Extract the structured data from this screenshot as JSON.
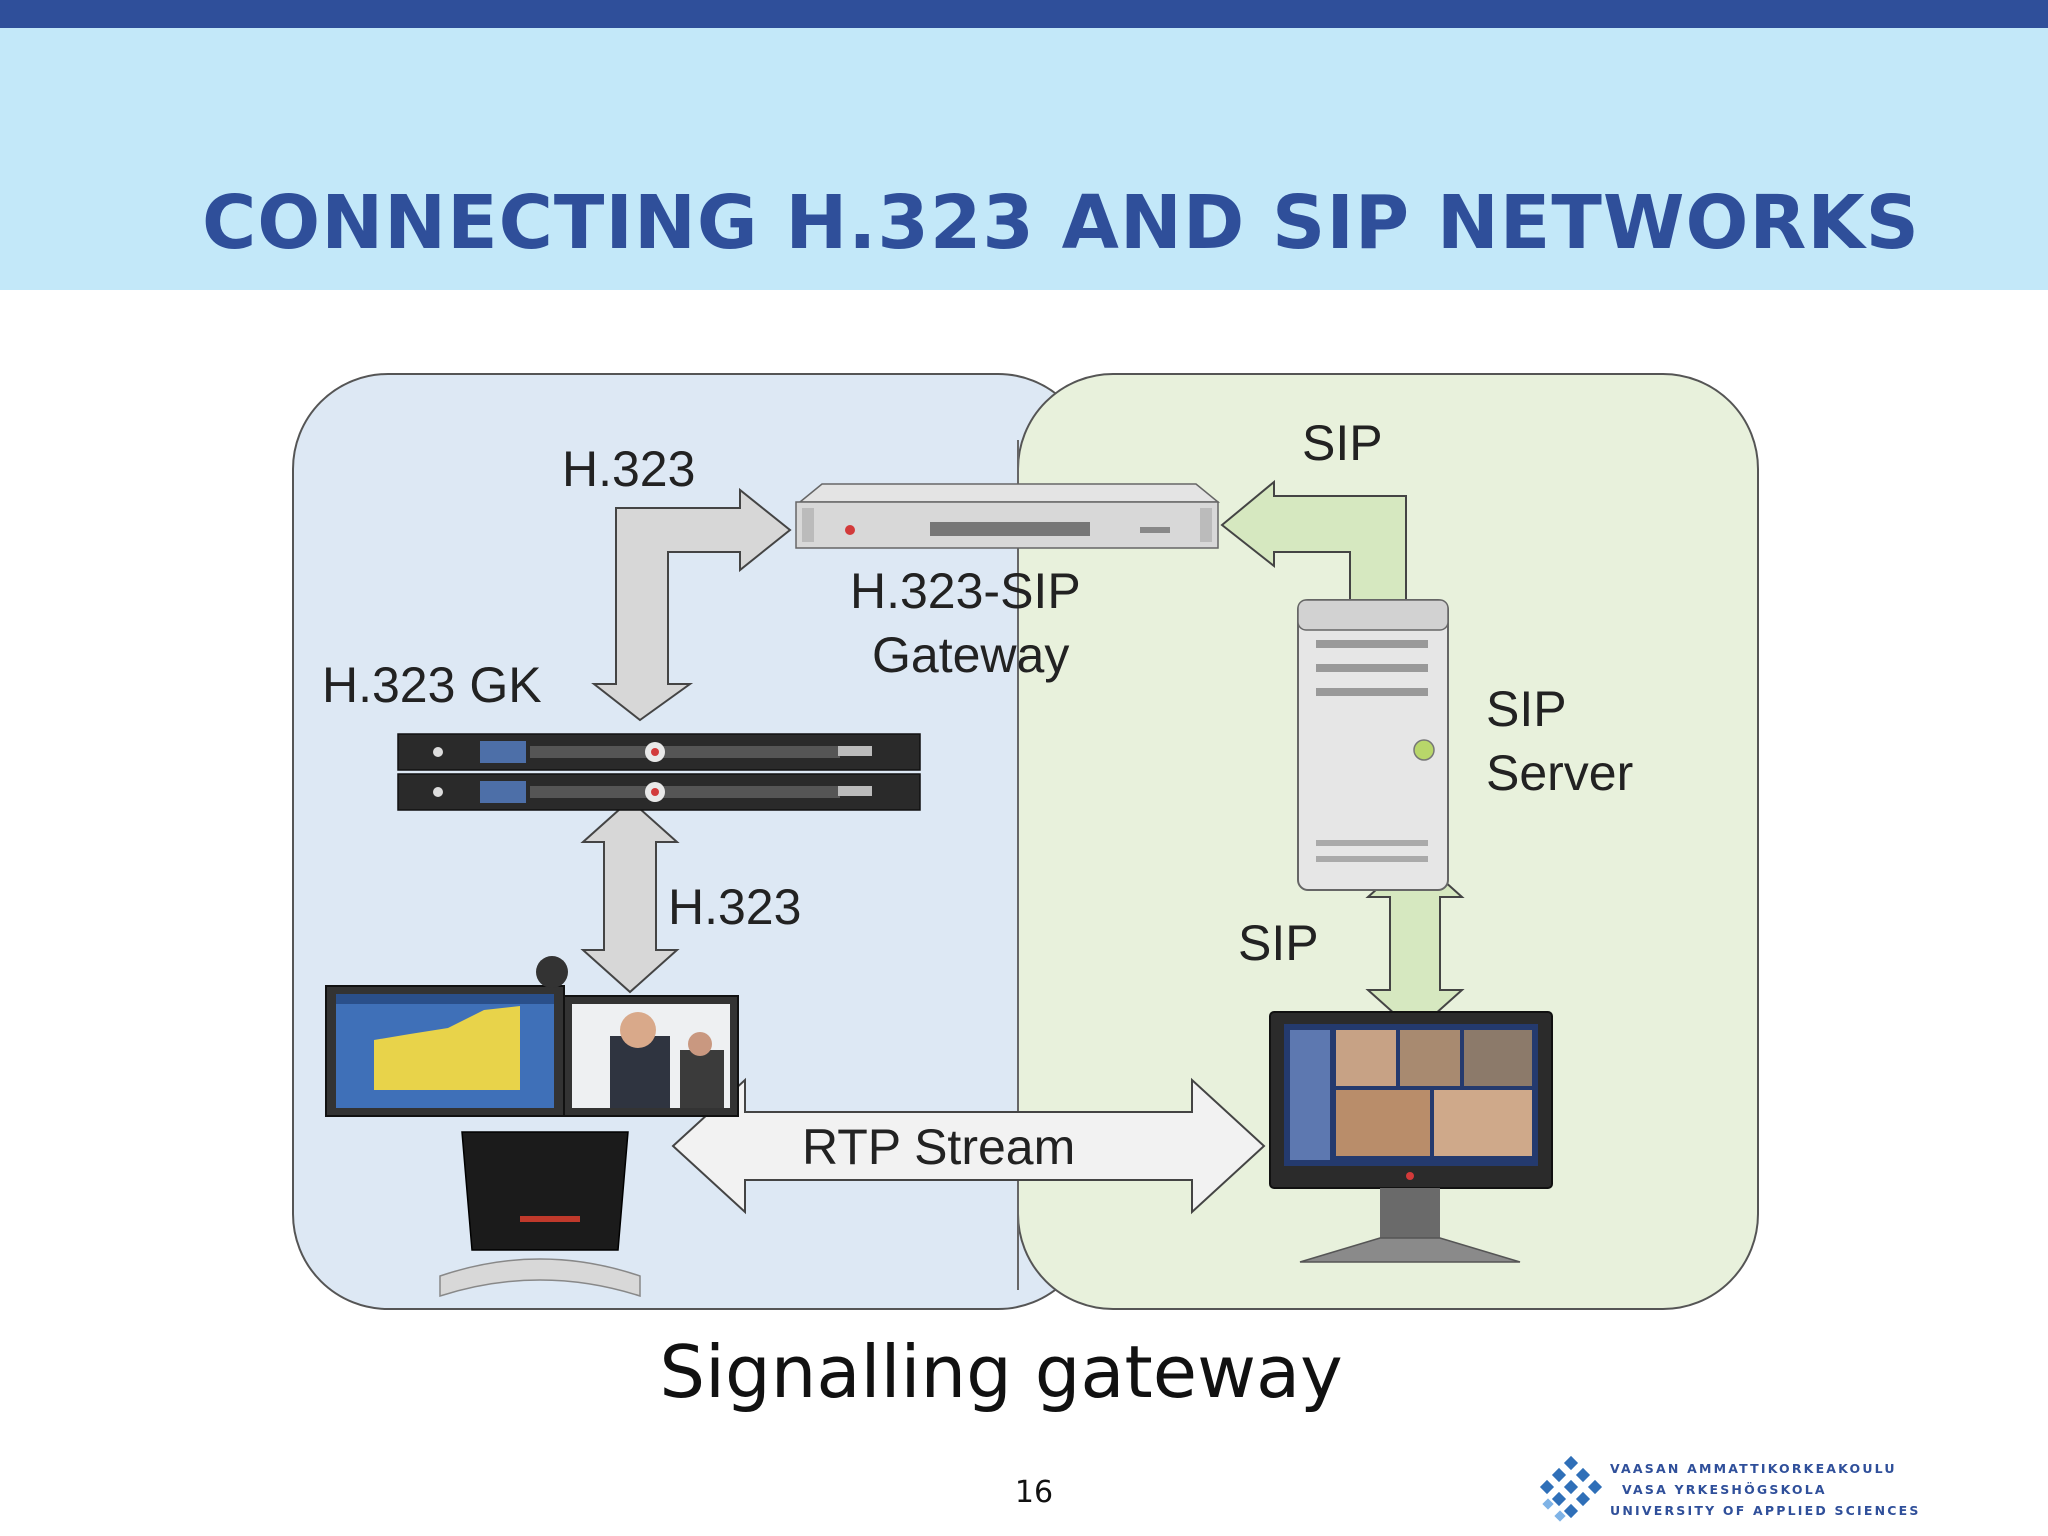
{
  "slide": {
    "title": "CONNECTING H.323 AND SIP NETWORKS",
    "caption": "Signalling gateway",
    "page_number": "16"
  },
  "diagram": {
    "labels": {
      "h323_top": "H.323",
      "sip_top": "SIP",
      "gateway_line1": "H.323-SIP",
      "gateway_line2": "Gateway",
      "gk": "H.323 GK",
      "sip_server_line1": "SIP",
      "sip_server_line2": "Server",
      "h323_bottom": "H.323",
      "sip_bottom": "SIP",
      "rtp": "RTP Stream"
    },
    "colors": {
      "h323_zone": "#dde8f4",
      "sip_zone": "#e8f1dc",
      "h323_arrow": "#d7d7d7",
      "sip_arrow": "#d6e8c0",
      "rtp_arrow": "#f2f2f2"
    }
  },
  "logo": {
    "line1": "VAASAN AMMATTIKORKEAKOULU",
    "line2": "VASA YRKESHÖGSKOLA",
    "line3": "UNIVERSITY OF APPLIED SCIENCES",
    "color": "#2f6fb8"
  }
}
